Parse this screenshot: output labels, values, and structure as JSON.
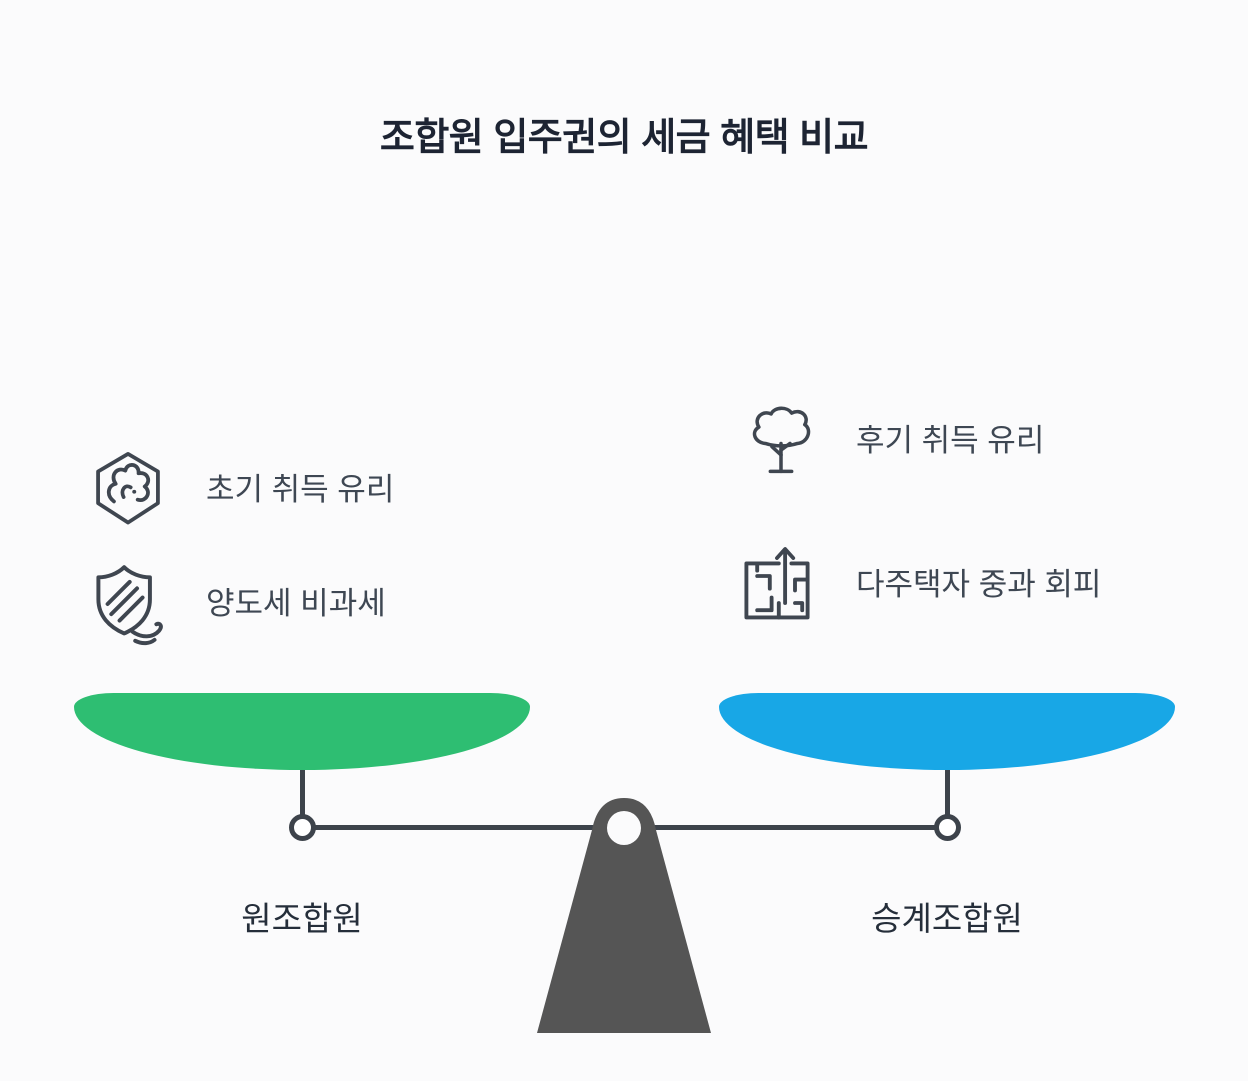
{
  "title": "조합원 입주권의 세금 혜택 비교",
  "left_panel": {
    "items": [
      {
        "icon": "coral-icon",
        "text": "초기 취득 유리"
      },
      {
        "icon": "shield-icon",
        "text": "양도세 비과세"
      }
    ],
    "pan_label": "원조합원",
    "pan_color": "#2ebe72"
  },
  "right_panel": {
    "items": [
      {
        "icon": "tree-icon",
        "text": "후기 취득 유리"
      },
      {
        "icon": "maze-icon",
        "text": "다주택자 중과 회피"
      }
    ],
    "pan_label": "승계조합원",
    "pan_color": "#18a7e6"
  },
  "colors": {
    "background": "#fbfbfc",
    "title_text": "#1d2433",
    "body_text": "#3e4753",
    "line": "#3d434b",
    "fulcrum": "#555555",
    "left_pan": "#2ebe72",
    "right_pan": "#18a7e6"
  }
}
